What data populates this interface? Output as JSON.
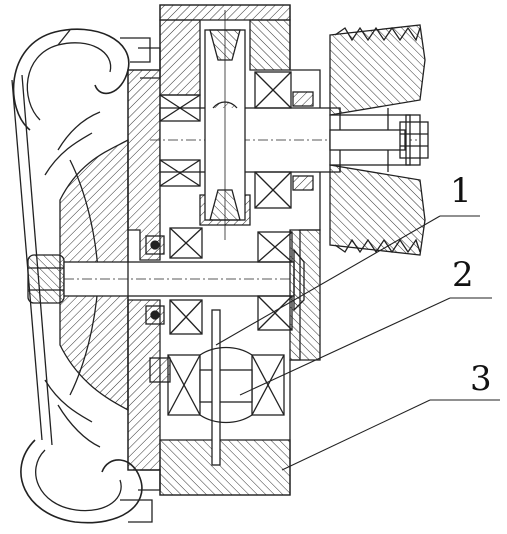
{
  "callouts": {
    "c1": {
      "label": "1"
    },
    "c2": {
      "label": "2"
    },
    "c3": {
      "label": "3"
    }
  },
  "colors": {
    "line": "#222222",
    "background": "#ffffff"
  }
}
